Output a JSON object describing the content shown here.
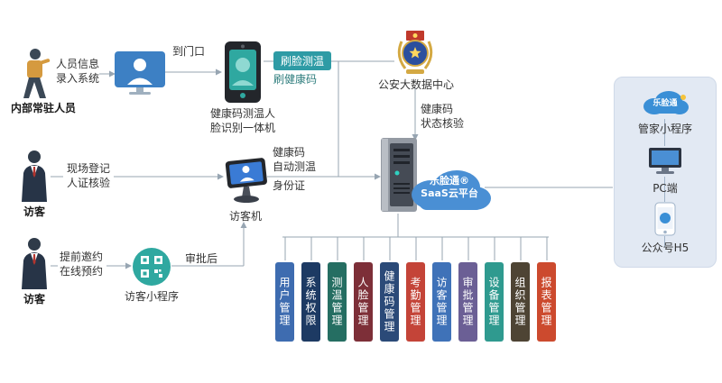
{
  "top_flow": {
    "person_caption": "内部常驻人员",
    "entry_line1": "人员信息",
    "entry_line2": "录入系统",
    "door_label": "到门口",
    "device_caption_line1": "健康码测温人",
    "device_caption_line2": "脸识别一体机",
    "swipe_face": "刷脸测温",
    "swipe_health": "刷健康码",
    "police_caption": "公安大数据中心",
    "health_check_line1": "健康码",
    "health_check_line2": "状态核验"
  },
  "cloud": {
    "line1": "乐脸通®",
    "line2": "SaaS云平台"
  },
  "mid_flow": {
    "person_caption": "访客",
    "step_line1": "现场登记",
    "step_line2": "人证核验",
    "machine_caption": "访客机",
    "info_line1": "健康码",
    "info_line2": "自动测温",
    "info_line3": "身份证"
  },
  "bottom_flow": {
    "person_caption": "访客",
    "step_line1": "提前邀约",
    "step_line2": "在线预约",
    "qr_caption": "访客小程序",
    "approval_label": "审批后"
  },
  "right_panel": {
    "logo_text": "乐脸通",
    "item_miniprogram": "管家小程序",
    "item_pc": "PC端",
    "item_h5": "公众号H5"
  },
  "colors": {
    "line": "#97a5b2",
    "teal": "#2e9ba5",
    "cloud_blue": "#4a8fd4",
    "panel_bg": "#e2e9f3"
  },
  "modules": [
    {
      "label": "用户管理",
      "color": "#3e6cb0"
    },
    {
      "label": "系统权限",
      "color": "#1d3a63"
    },
    {
      "label": "测温管理",
      "color": "#256e62"
    },
    {
      "label": "人脸管理",
      "color": "#7d2f38"
    },
    {
      "label": "健康码管理",
      "color": "#2b4a78"
    },
    {
      "label": "考勤管理",
      "color": "#c44438"
    },
    {
      "label": "访客管理",
      "color": "#3f72b8"
    },
    {
      "label": "审批管理",
      "color": "#6b5f95"
    },
    {
      "label": "设备管理",
      "color": "#2f9a8f"
    },
    {
      "label": "组织管理",
      "color": "#4e4434"
    },
    {
      "label": "报表管理",
      "color": "#cc4a2e"
    }
  ]
}
